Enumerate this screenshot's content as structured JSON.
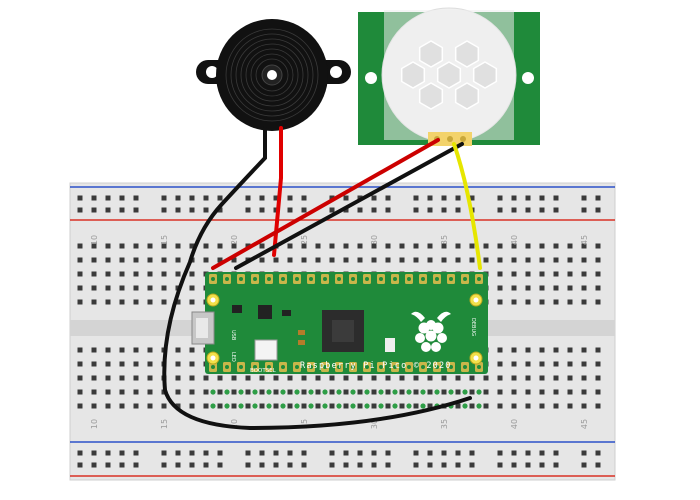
{
  "breadboard": {
    "column_numbers": [
      "10",
      "15",
      "20",
      "25",
      "30",
      "35",
      "40",
      "45"
    ],
    "rail_colors": {
      "positive": "#d93025",
      "negative": "#2b50c8"
    }
  },
  "pico": {
    "brand_text": "Raspberry Pi Pico © 2020",
    "bootsel_label": "BOOTSEL",
    "usb_label": "USB",
    "led_label": "LED",
    "debug_label": "DEBUG",
    "board_color": "#1f8a3a"
  },
  "wires": [
    {
      "name": "buzzer-black-to-pico",
      "color": "#111111"
    },
    {
      "name": "buzzer-red-to-pico",
      "color": "#e00000"
    },
    {
      "name": "pir-red-to-pico",
      "color": "#cc0000"
    },
    {
      "name": "pir-black-to-pico",
      "color": "#111111"
    },
    {
      "name": "pir-yellow-to-pico",
      "color": "#e6e600"
    }
  ],
  "components": {
    "buzzer": "piezo buzzer",
    "pir": "PIR motion sensor"
  }
}
